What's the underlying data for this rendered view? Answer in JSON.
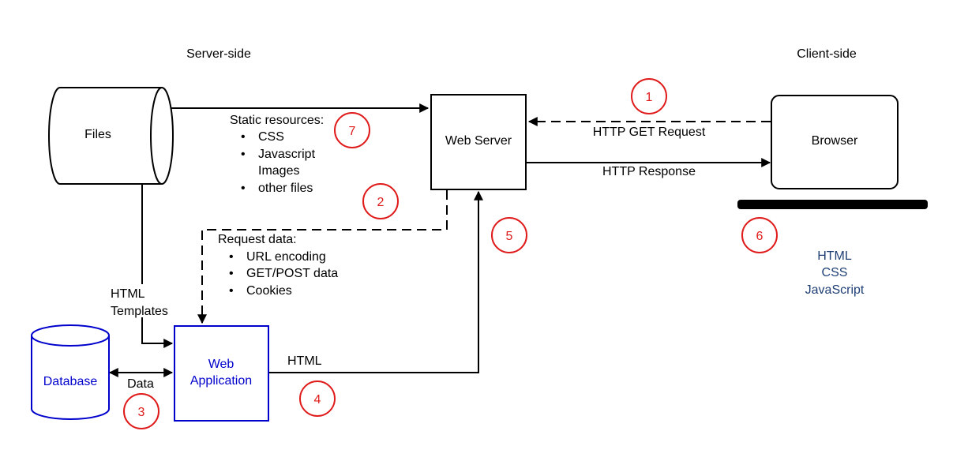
{
  "headings": {
    "server_side": "Server-side",
    "client_side": "Client-side"
  },
  "nodes": {
    "files": "Files",
    "web_server": "Web Server",
    "browser": "Browser",
    "database": "Database",
    "web_app_line1": "Web",
    "web_app_line2": "Application"
  },
  "edges": {
    "http_get": "HTTP GET Request",
    "http_response": "HTTP Response",
    "html_templates_line1": "HTML",
    "html_templates_line2": "Templates",
    "data": "Data",
    "html": "HTML"
  },
  "static_resources": {
    "title": "Static resources:",
    "items": [
      "CSS",
      "Javascript",
      "Images",
      "other files"
    ]
  },
  "request_data": {
    "title": "Request data:",
    "items": [
      "URL encoding",
      "GET/POST data",
      "Cookies"
    ]
  },
  "client_tech": [
    "HTML",
    "CSS",
    "JavaScript"
  ],
  "steps": [
    "1",
    "2",
    "3",
    "4",
    "5",
    "6",
    "7"
  ],
  "colors": {
    "step_circle": "#e01b1b",
    "web_app": "#0000cc",
    "client_tech": "#1f3f75"
  }
}
